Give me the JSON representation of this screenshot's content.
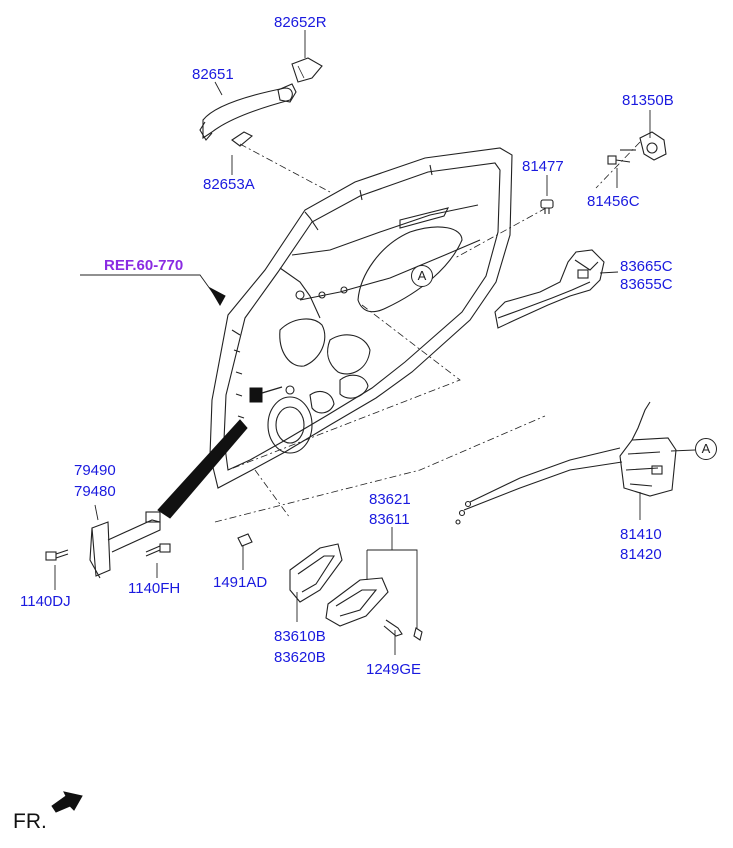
{
  "parts": {
    "p82652R": "82652R",
    "p82651": "82651",
    "p82653A": "82653A",
    "p81350B": "81350B",
    "p81477": "81477",
    "p81456C": "81456C",
    "p83665C": "83665C",
    "p83655C": "83655C",
    "ref": "REF.60-770",
    "p79490": "79490",
    "p79480": "79480",
    "p1140DJ": "1140DJ",
    "p1140FH": "1140FH",
    "p83621": "83621",
    "p83611": "83611",
    "p1491AD": "1491AD",
    "p83610B": "83610B",
    "p83620B": "83620B",
    "p1249GE": "1249GE",
    "p81410": "81410",
    "p81420": "81420"
  },
  "callouts": {
    "a1": "A",
    "a2": "A"
  },
  "footer": {
    "direction": "FR."
  },
  "colors": {
    "part_label": "#1a1adf",
    "reference_label": "#8a2be2",
    "line_art": "#222222"
  }
}
